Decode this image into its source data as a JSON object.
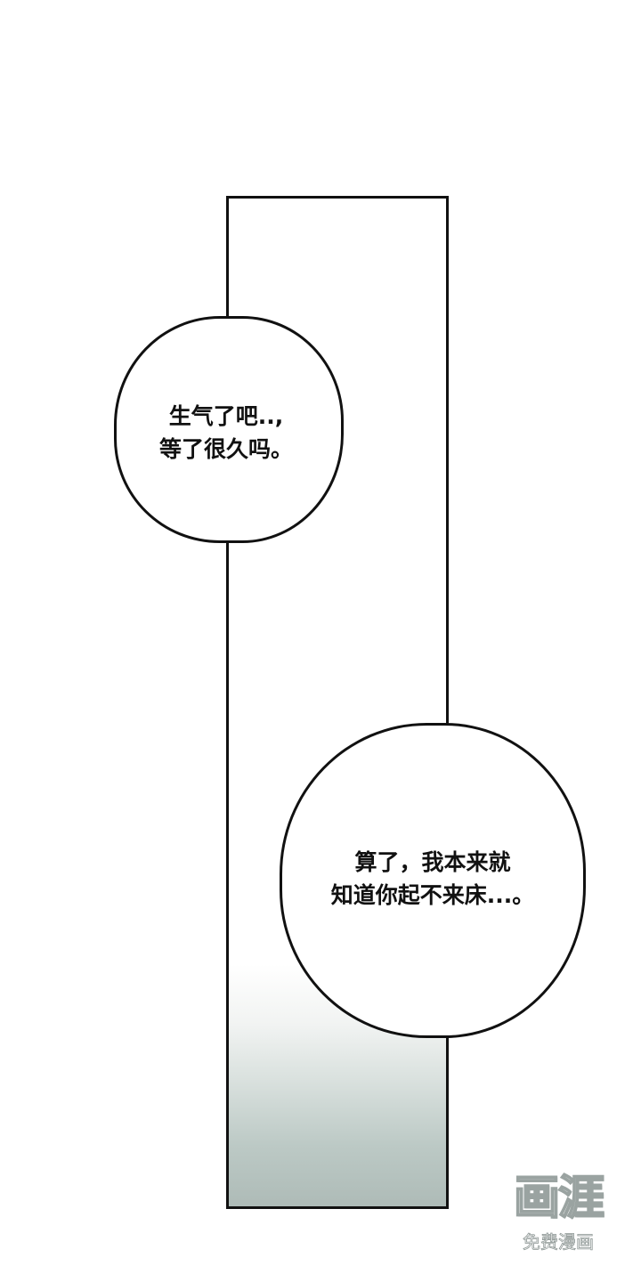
{
  "bubbles": {
    "first": {
      "text": "生气了吧..,\n等了很久吗。"
    },
    "second": {
      "text": "算了，我本来就\n知道你起不来床...。"
    }
  },
  "watermark": {
    "logo": "画涯",
    "subtitle": "免费漫画"
  },
  "colors": {
    "background": "#ffffff",
    "outline": "#111111",
    "panel_gradient_bottom": "#aebbb7"
  }
}
